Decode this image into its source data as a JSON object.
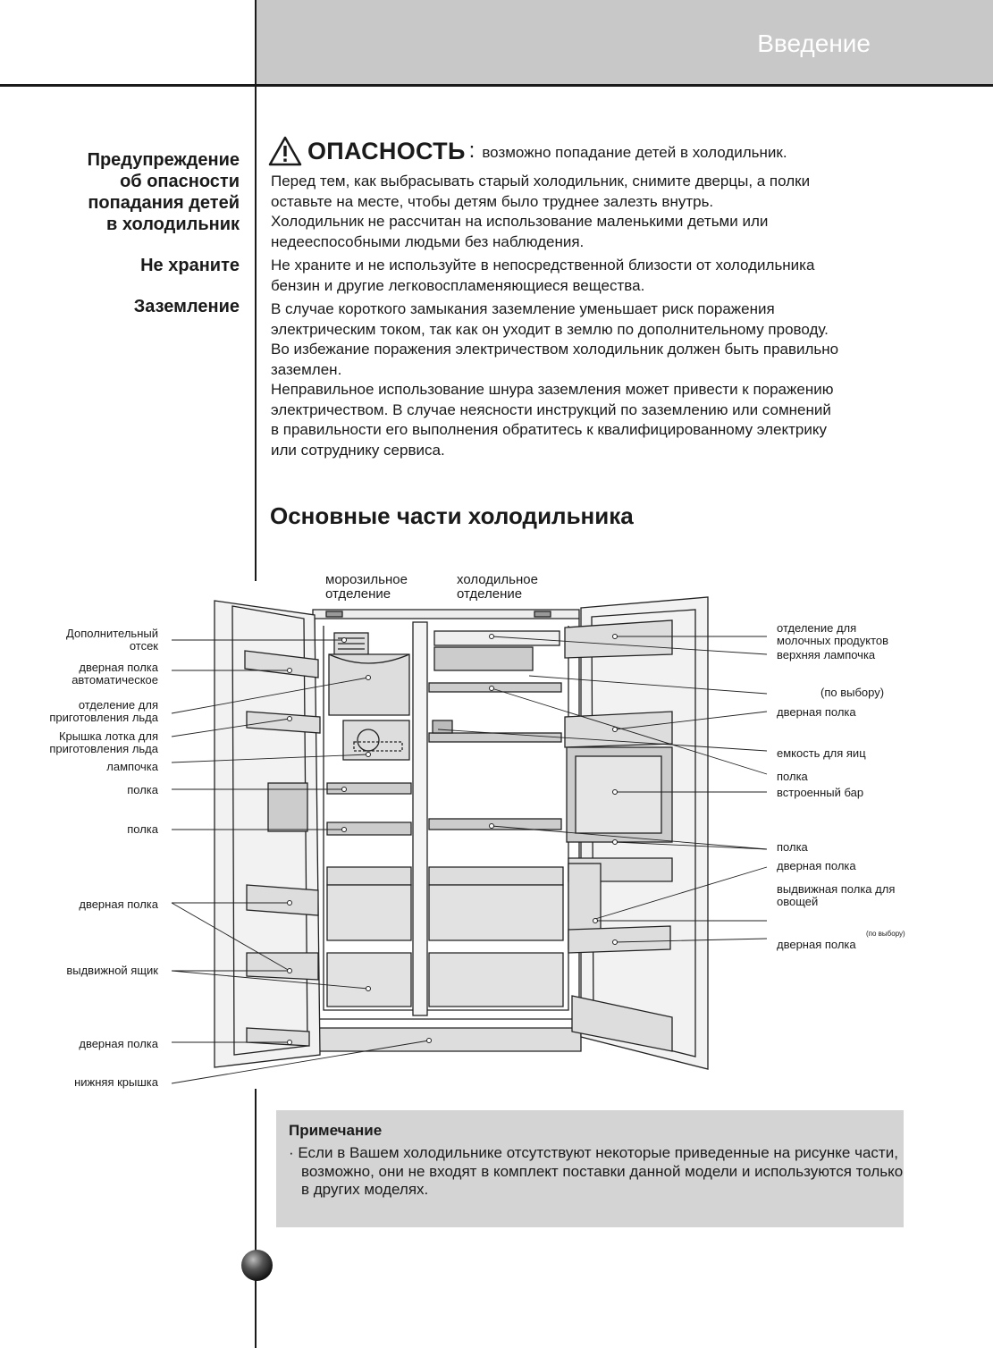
{
  "header": {
    "title": "Введение"
  },
  "sidebar": {
    "warning_lines": [
      "Предупреждение",
      "об опасности",
      "попадания детей",
      "в холодильник"
    ],
    "no_store": "Не храните",
    "grounding": "Заземление"
  },
  "danger": {
    "word": "ОПАСНОСТЬ",
    "colon": ":",
    "headline": "возможно попадание детей в холодильник.",
    "lines": [
      "Перед тем, как выбрасывать старый холодильник, снимите дверцы, а полки",
      "оставьте на месте, чтобы детям было труднее залезть внутрь.",
      "Холодильник не рассчитан на использование маленькими детьми или",
      "недееспособными людьми без наблюдения."
    ]
  },
  "no_store_lines": [
    "Не храните и не используйте в непосредственной близости от холодильника",
    "бензин и другие легковоспламеняющиеся вещества."
  ],
  "grounding_lines": [
    "В случае короткого замыкания заземление уменьшает риск поражения",
    "электрическим током, так как он уходит в землю по дополнительному проводу.",
    "Во избежание поражения электричеством холодильник должен быть правильно",
    "заземлен.",
    "Неправильное использование шнура заземления может привести к поражению",
    "электричеством. В случае неясности инструкций по заземлению или сомнений",
    "в правильности  его выполнения обратитесь к квалифицированному электрику",
    "или сотруднику сервиса."
  ],
  "section_title": "Основные части холодильника",
  "diagram": {
    "freezer_label": [
      "морозильное",
      "отделение"
    ],
    "fridge_label": [
      "холодильное",
      "отделение"
    ],
    "left_labels": [
      [
        "Дополнительный",
        "отсек"
      ],
      [
        "дверная полка",
        "автоматическое"
      ],
      [
        "отделение для",
        "приготовления льда"
      ],
      [
        "Крышка лотка для",
        "приготовления льда"
      ],
      [
        "лампочка"
      ],
      [
        "полка"
      ],
      [
        "полка"
      ],
      [
        "дверная полка"
      ],
      [
        "выдвижной ящик"
      ],
      [
        "дверная полка"
      ],
      [
        "нижняя крышка"
      ]
    ],
    "right_labels": [
      [
        "отделение для",
        "молочных продуктов"
      ],
      [
        "верхняя лампочка"
      ],
      [
        "(по выбору)"
      ],
      [
        "дверная полка"
      ],
      [
        "емкость для яиц"
      ],
      [
        "полка"
      ],
      [
        "встроенный бар"
      ],
      [
        "полка"
      ],
      [
        "дверная полка"
      ],
      [
        "выдвижная полка для",
        "овощей"
      ],
      [
        "(по выбору)"
      ],
      [
        "дверная полка"
      ]
    ]
  },
  "note": {
    "title": "Примечание",
    "bullet": "·",
    "text": "Если в Вашем холодильнике отсутствуют некоторые приведенные на рисунке части, возможно, они не входят в комплект поставки данной модели и используются только в других моделях."
  }
}
